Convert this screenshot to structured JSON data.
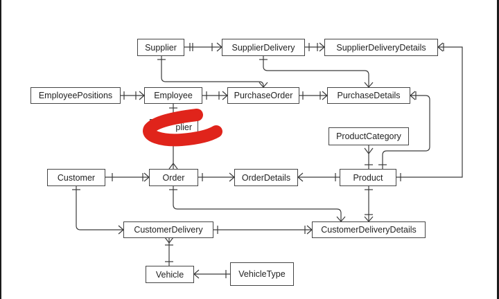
{
  "entities": {
    "supplier": "Supplier",
    "supplier_delivery": "SupplierDelivery",
    "supplier_delivery_details": "SupplierDeliveryDetails",
    "employee_positions": "EmployeePositions",
    "employee": "Employee",
    "purchase_order": "PurchaseOrder",
    "purchase_details": "PurchaseDetails",
    "obscured_entity_fragment": "plier",
    "product_category": "ProductCategory",
    "customer": "Customer",
    "order": "Order",
    "order_details": "OrderDetails",
    "product": "Product",
    "customer_delivery": "CustomerDelivery",
    "customer_delivery_details": "CustomerDeliveryDetails",
    "vehicle": "Vehicle",
    "vehicle_type": "VehicleType"
  },
  "colors": {
    "scribble": "#e0241b",
    "line": "#3a3a3a",
    "frame": "#1b1b1b"
  }
}
